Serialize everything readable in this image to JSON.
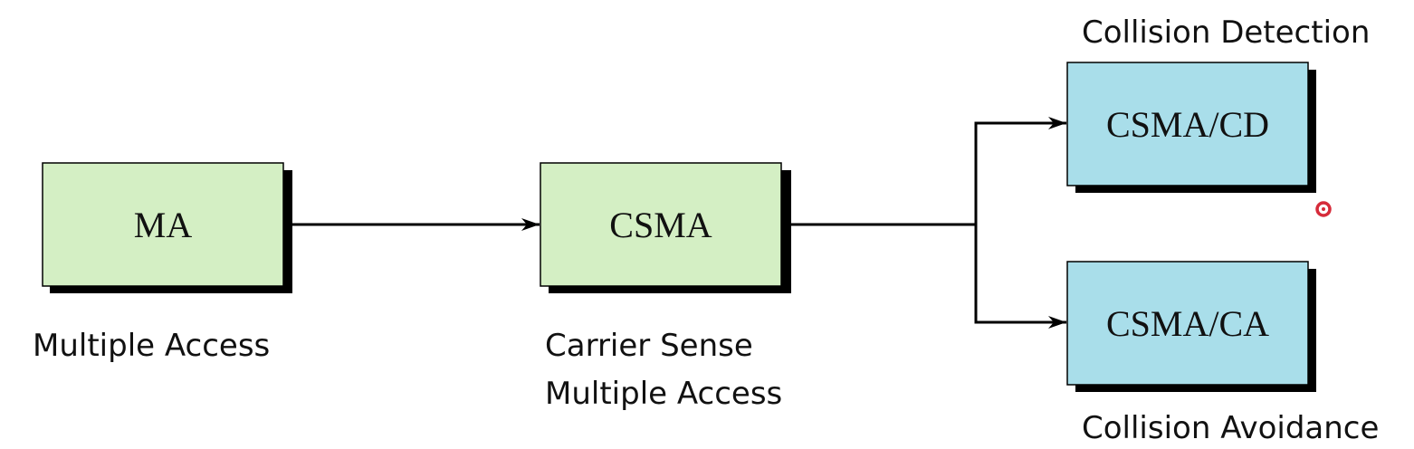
{
  "nodes": {
    "ma": {
      "label": "MA",
      "caption": [
        "Multiple Access"
      ]
    },
    "csma": {
      "label": "CSMA",
      "caption": [
        "Carrier Sense",
        "Multiple Access"
      ]
    },
    "csma_cd": {
      "label": "CSMA/CD",
      "caption": [
        "Collision Detection"
      ]
    },
    "csma_ca": {
      "label": "CSMA/CA",
      "caption": [
        "Collision Avoidance"
      ]
    }
  },
  "colors": {
    "green_box": "#d4efc4",
    "blue_box": "#a9deea",
    "shadow": "#000000",
    "pointer": "#d62b3a"
  }
}
